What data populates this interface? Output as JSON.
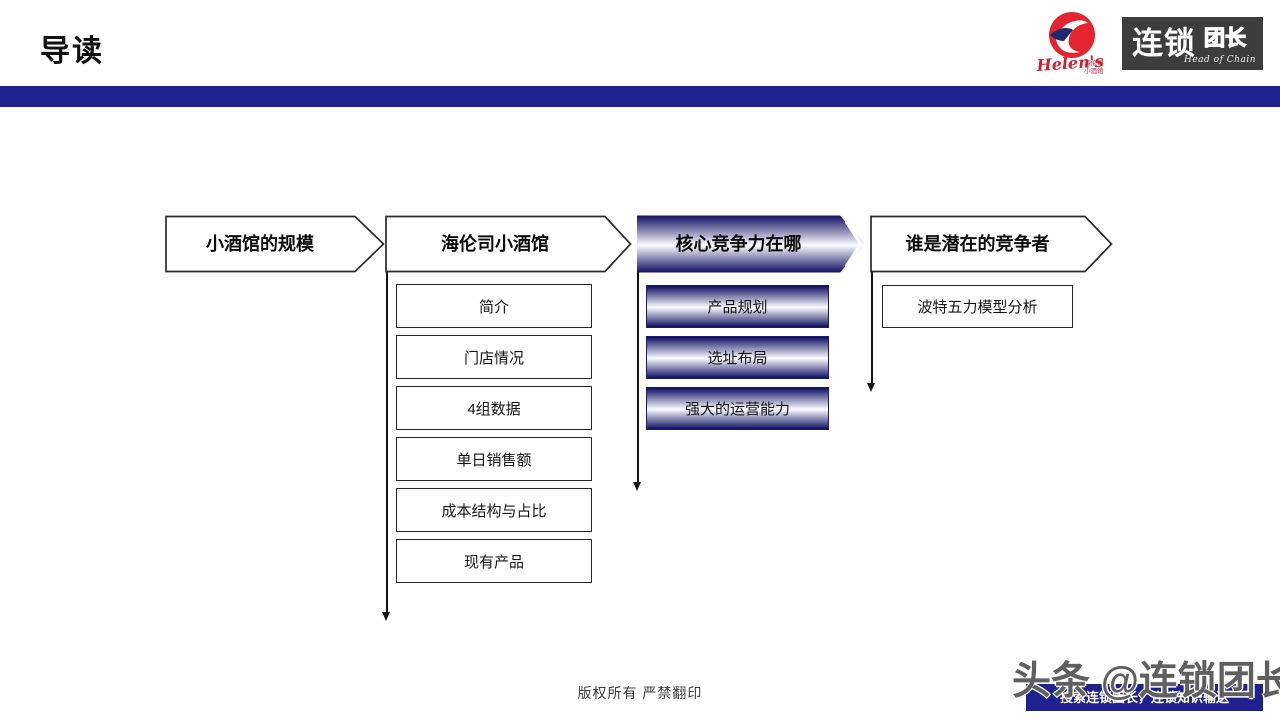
{
  "slide": {
    "title": "导读",
    "copyright": "版权所有 严禁翻印"
  },
  "logos": {
    "helens": {
      "script": "Helen's",
      "sub_line1": "海伦司",
      "sub_line2": "小酒馆"
    },
    "chain": {
      "main": "连锁",
      "secondary": "团长",
      "tagline": "Head of Chain"
    }
  },
  "watermark": {
    "text": "头条 @连锁团长",
    "banner": "搜索连锁团长，连锁知识输送"
  },
  "colors": {
    "bar_blue": "#1f2191",
    "gradient_navy": "#0f0f62",
    "helens_red": "#e4242e",
    "logo_box_gray": "#3d3d3d"
  },
  "flow": {
    "columns": [
      {
        "header": "小酒馆的规模",
        "style": "outline",
        "items": []
      },
      {
        "header": "海伦司小酒馆",
        "style": "outline",
        "items": [
          "简介",
          "门店情况",
          "4组数据",
          "单日销售额",
          "成本结构与占比",
          "现有产品"
        ]
      },
      {
        "header": "核心竞争力在哪",
        "style": "gradient",
        "items": [
          "产品规划",
          "选址布局",
          "强大的运营能力"
        ]
      },
      {
        "header": "谁是潜在的竞争者",
        "style": "outline",
        "items": [
          "波特五力模型分析"
        ]
      }
    ]
  }
}
